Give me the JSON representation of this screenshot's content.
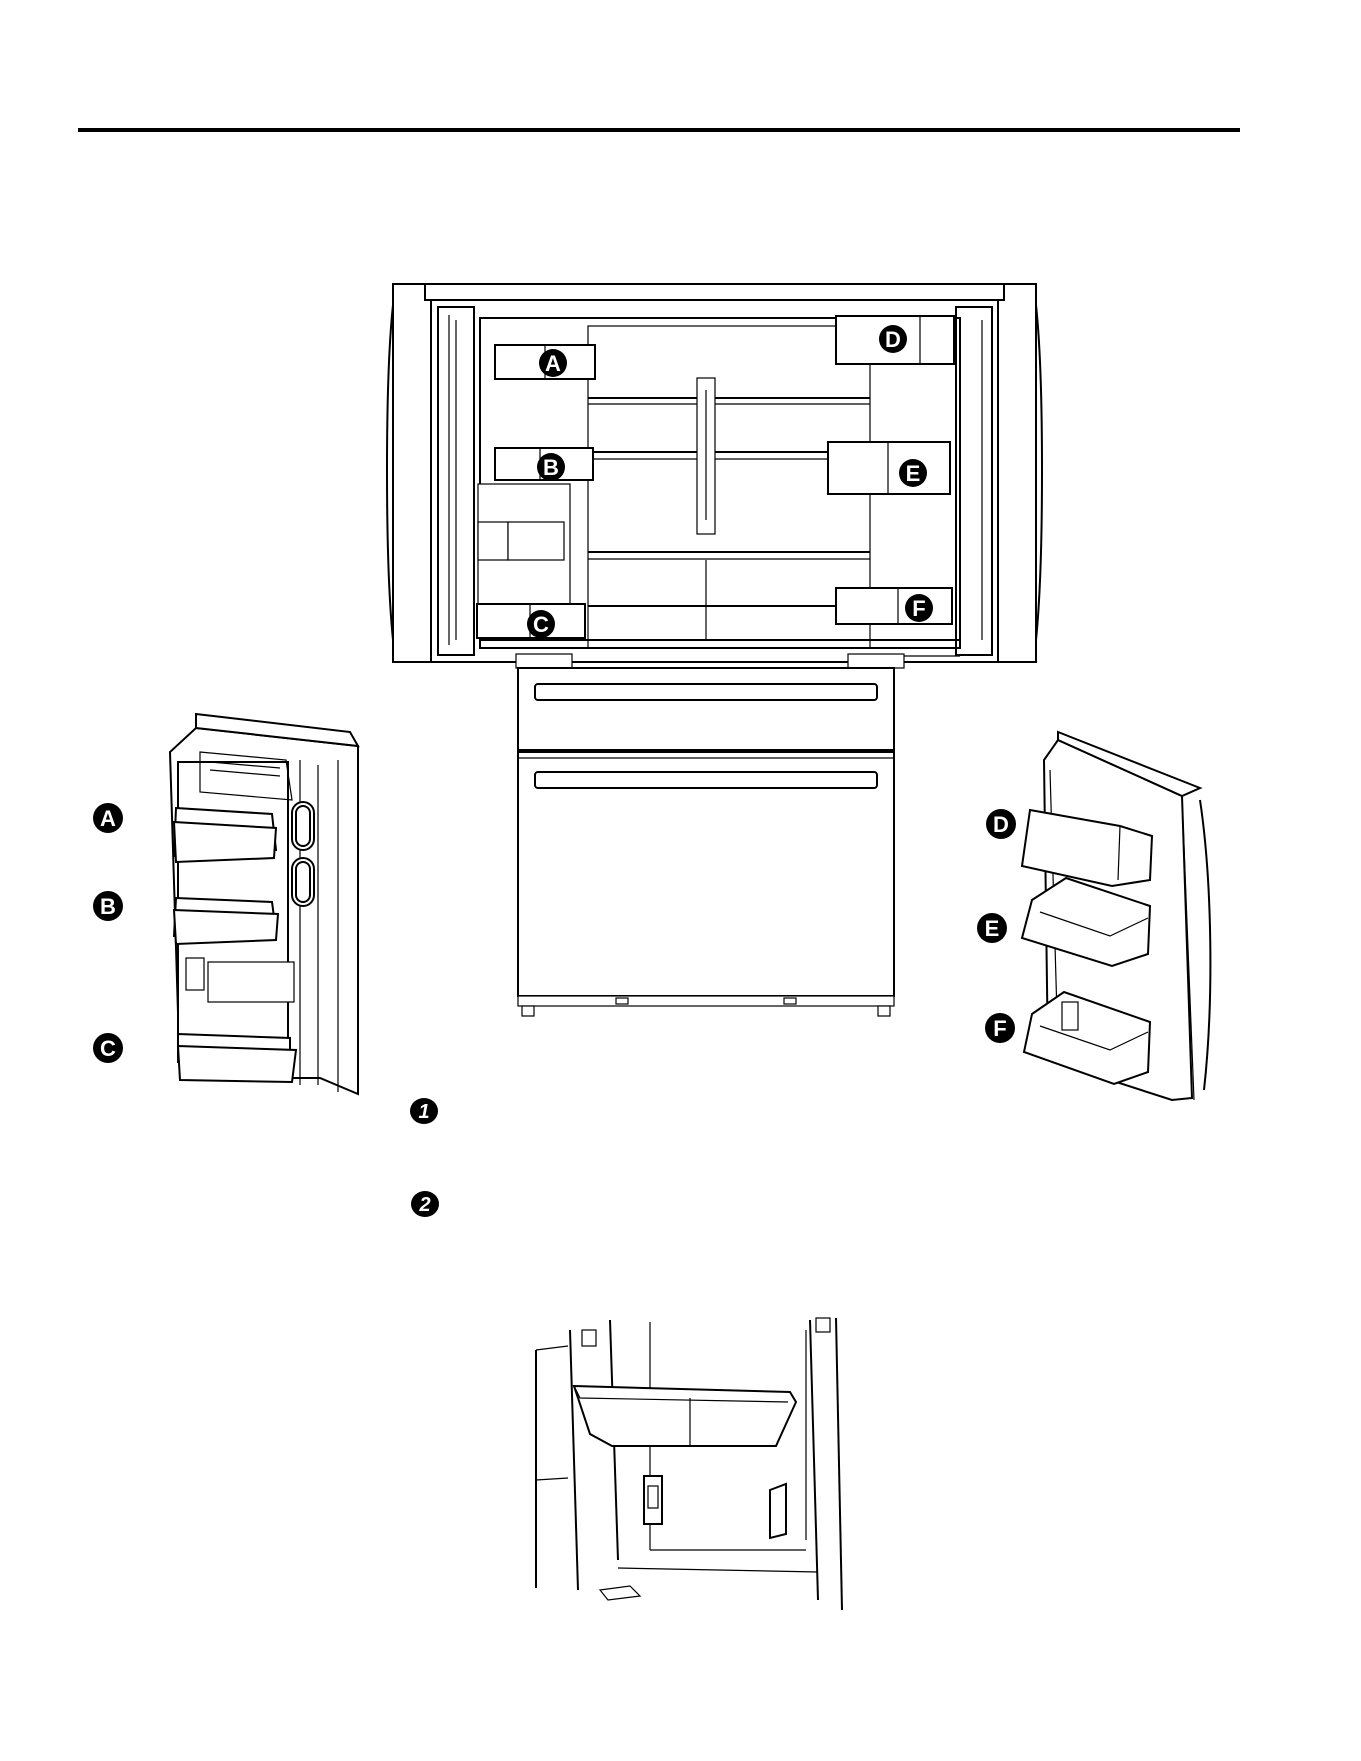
{
  "callouts": {
    "a": "A",
    "b": "B",
    "c": "C",
    "d": "D",
    "e": "E",
    "f": "F"
  },
  "steps": [
    "1",
    "2"
  ],
  "colors": {
    "ink": "#000000",
    "paper": "#ffffff"
  }
}
